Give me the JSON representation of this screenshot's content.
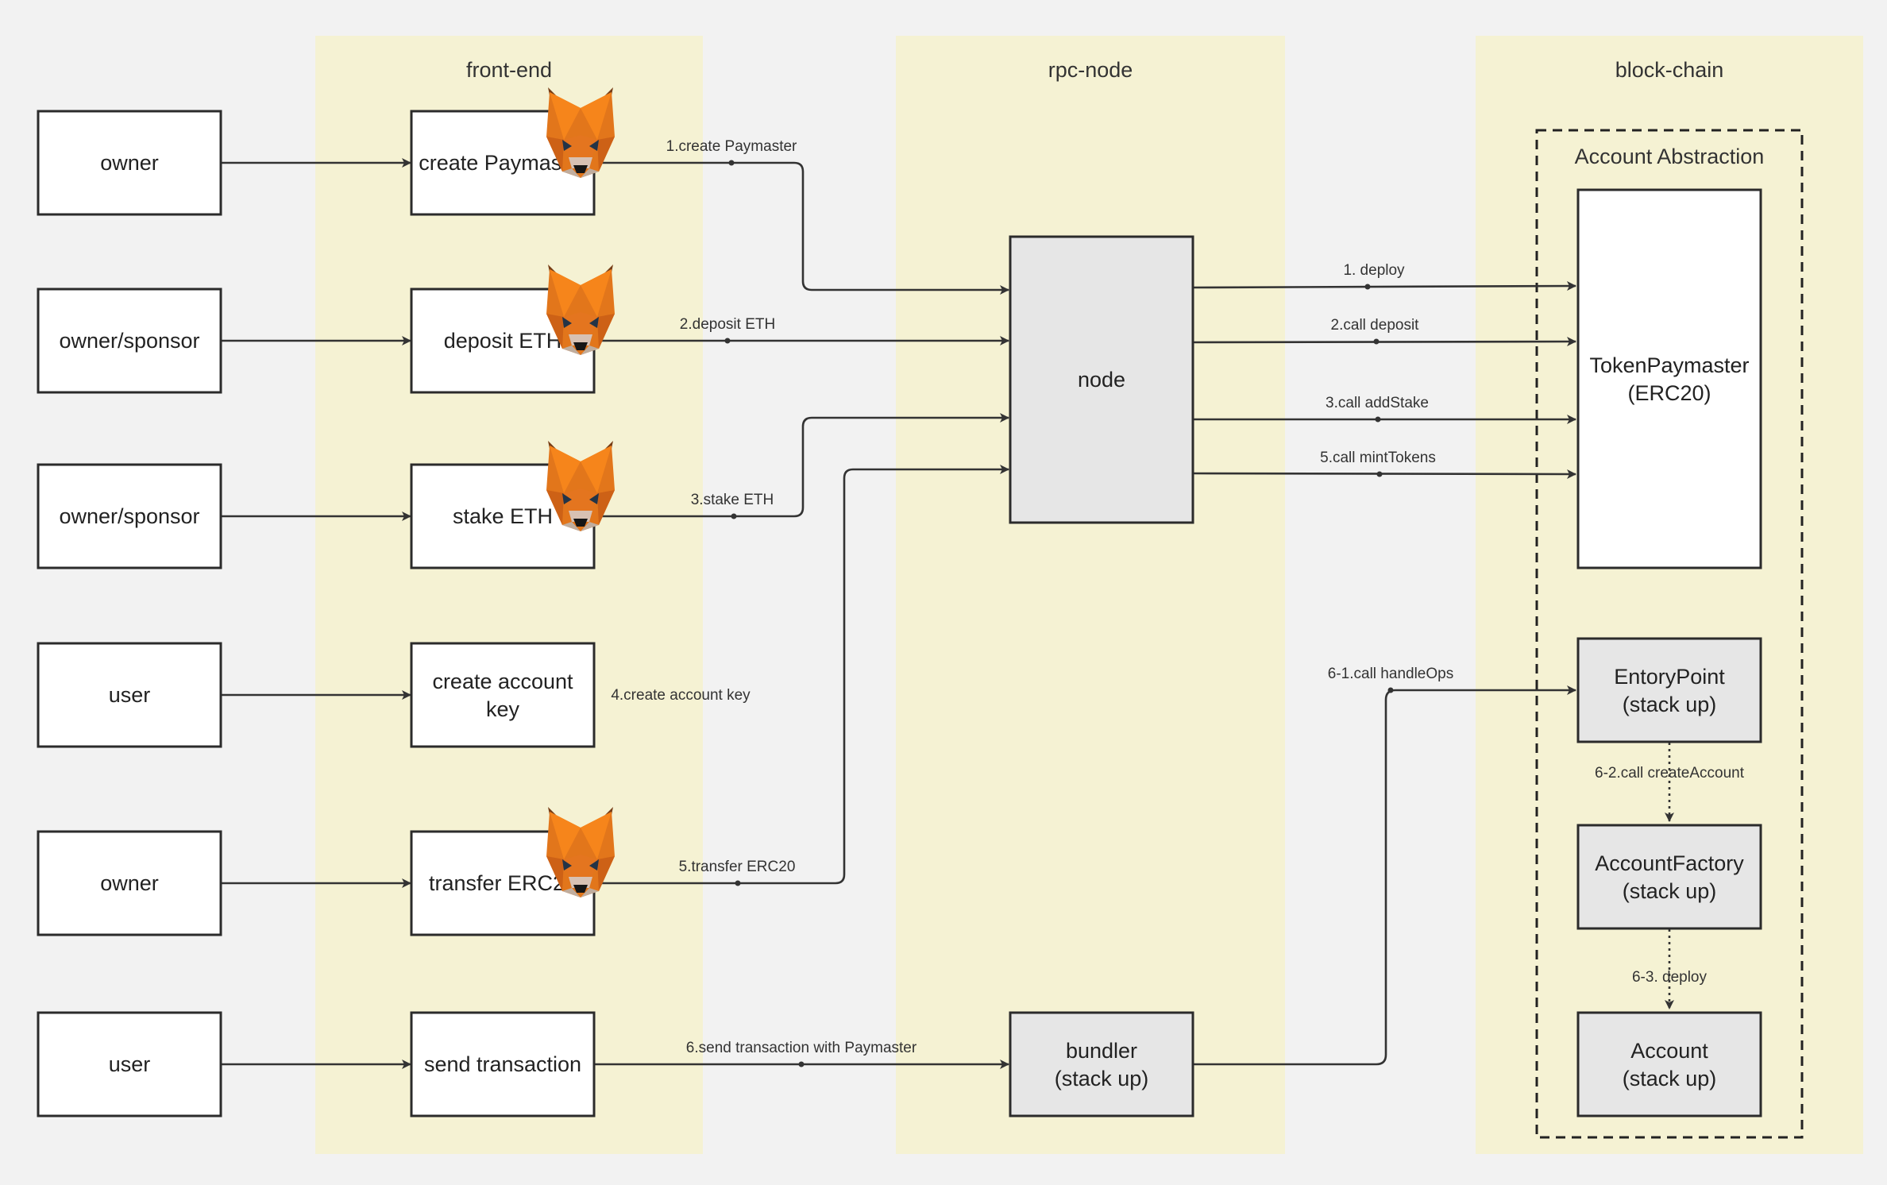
{
  "lanes": {
    "frontend": "front-end",
    "rpc": "rpc-node",
    "chain": "block-chain"
  },
  "frame_title": "Account Abstraction",
  "actors": {
    "a1": "owner",
    "a2": "owner/sponsor",
    "a3": "owner/sponsor",
    "a4": "user",
    "a5": "owner",
    "a6": "user"
  },
  "frontend_steps": {
    "s1": [
      "create Paymaster"
    ],
    "s2": [
      "deposit ETH"
    ],
    "s3": [
      "stake ETH"
    ],
    "s4": [
      "create account",
      "key"
    ],
    "s5": [
      "transfer ERC20"
    ],
    "s6": [
      "send transaction"
    ]
  },
  "rpc_nodes": {
    "node": [
      "node"
    ],
    "bundler": [
      "bundler",
      "(stack up)"
    ]
  },
  "contracts": {
    "token_paymaster": [
      "TokenPaymaster",
      "(ERC20)"
    ],
    "entry_point": [
      "EntoryPoint",
      "(stack up)"
    ],
    "account_factory": [
      "AccountFactory",
      "(stack up)"
    ],
    "account": [
      "Account",
      "(stack up)"
    ]
  },
  "edge_labels": {
    "e1": "1.create Paymaster",
    "e2": "2.deposit ETH",
    "e3": "3.stake ETH",
    "e4": "4.create account key",
    "e5": "5.transfer ERC20",
    "e6": "6.send transaction with Paymaster",
    "n1": "1. deploy",
    "n2": "2.call deposit",
    "n3": "3.call addStake",
    "n5": "5.call mintTokens",
    "b1": "6-1.call handleOps",
    "c2": "6-2.call createAccount",
    "c3": "6-3. deploy"
  },
  "colors": {
    "lane_fill": "#f5f2d3",
    "canvas": "#f2f2f2",
    "gray_box": "#e6e6e6",
    "fox_orange": "#e2761b"
  },
  "icons": [
    "metamask-fox-icon"
  ]
}
